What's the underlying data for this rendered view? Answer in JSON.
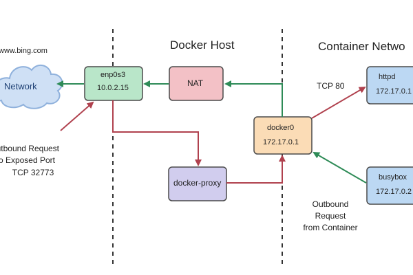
{
  "sections": {
    "docker_host": "Docker Host",
    "container_network": "Container Netwo"
  },
  "network": {
    "url": "www.bing.com",
    "label": "Network"
  },
  "nodes": {
    "enp0s3": {
      "name": "enp0s3",
      "ip": "10.0.2.15",
      "color": "#b9e6c9"
    },
    "nat": {
      "name": "NAT",
      "color": "#f3c1c6"
    },
    "docker_proxy": {
      "name": "docker-proxy",
      "color": "#d1cdee"
    },
    "docker0": {
      "name": "docker0",
      "ip": "172.17.0.1",
      "color": "#fbdcb6"
    },
    "httpd": {
      "name": "httpd",
      "ip": "172.17.0.1",
      "color": "#bcd8f3"
    },
    "busybox": {
      "name": "busybox",
      "ip": "172.17.0.2",
      "color": "#bcd8f3"
    }
  },
  "annotations": {
    "tcp80": "TCP 80",
    "outbound_exposed": [
      "utbound Request",
      "o Exposed Port",
      "TCP  32773"
    ],
    "outbound_container": [
      "Outbound",
      "Request",
      "from Container"
    ]
  },
  "colors": {
    "green_arrow": "#2e8b57",
    "red_arrow": "#b0414e",
    "node_border": "#4a4a4a",
    "cloud": "#cfe0f5"
  }
}
